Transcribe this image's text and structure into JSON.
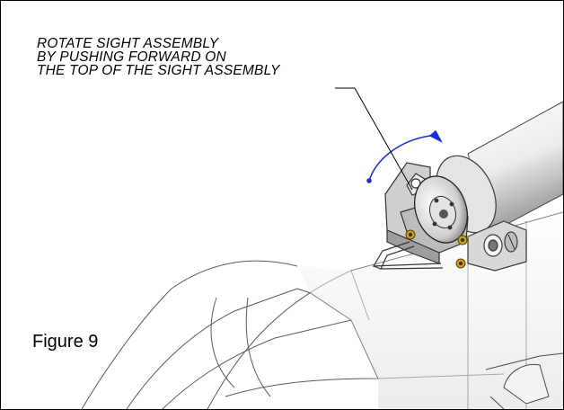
{
  "callout": {
    "lines": [
      "ROTATE SIGHT ASSEMBLY",
      "BY PUSHING FORWARD ON",
      "THE TOP OF THE SIGHT ASSEMBLY"
    ]
  },
  "figure_label": "Figure 9",
  "colors": {
    "frame": "#000000",
    "line": "#4a4a4a",
    "rotation_arrow": "#1a2fd0",
    "screw_brass": "#c9a227",
    "metal_dark": "#3a3a3a"
  }
}
